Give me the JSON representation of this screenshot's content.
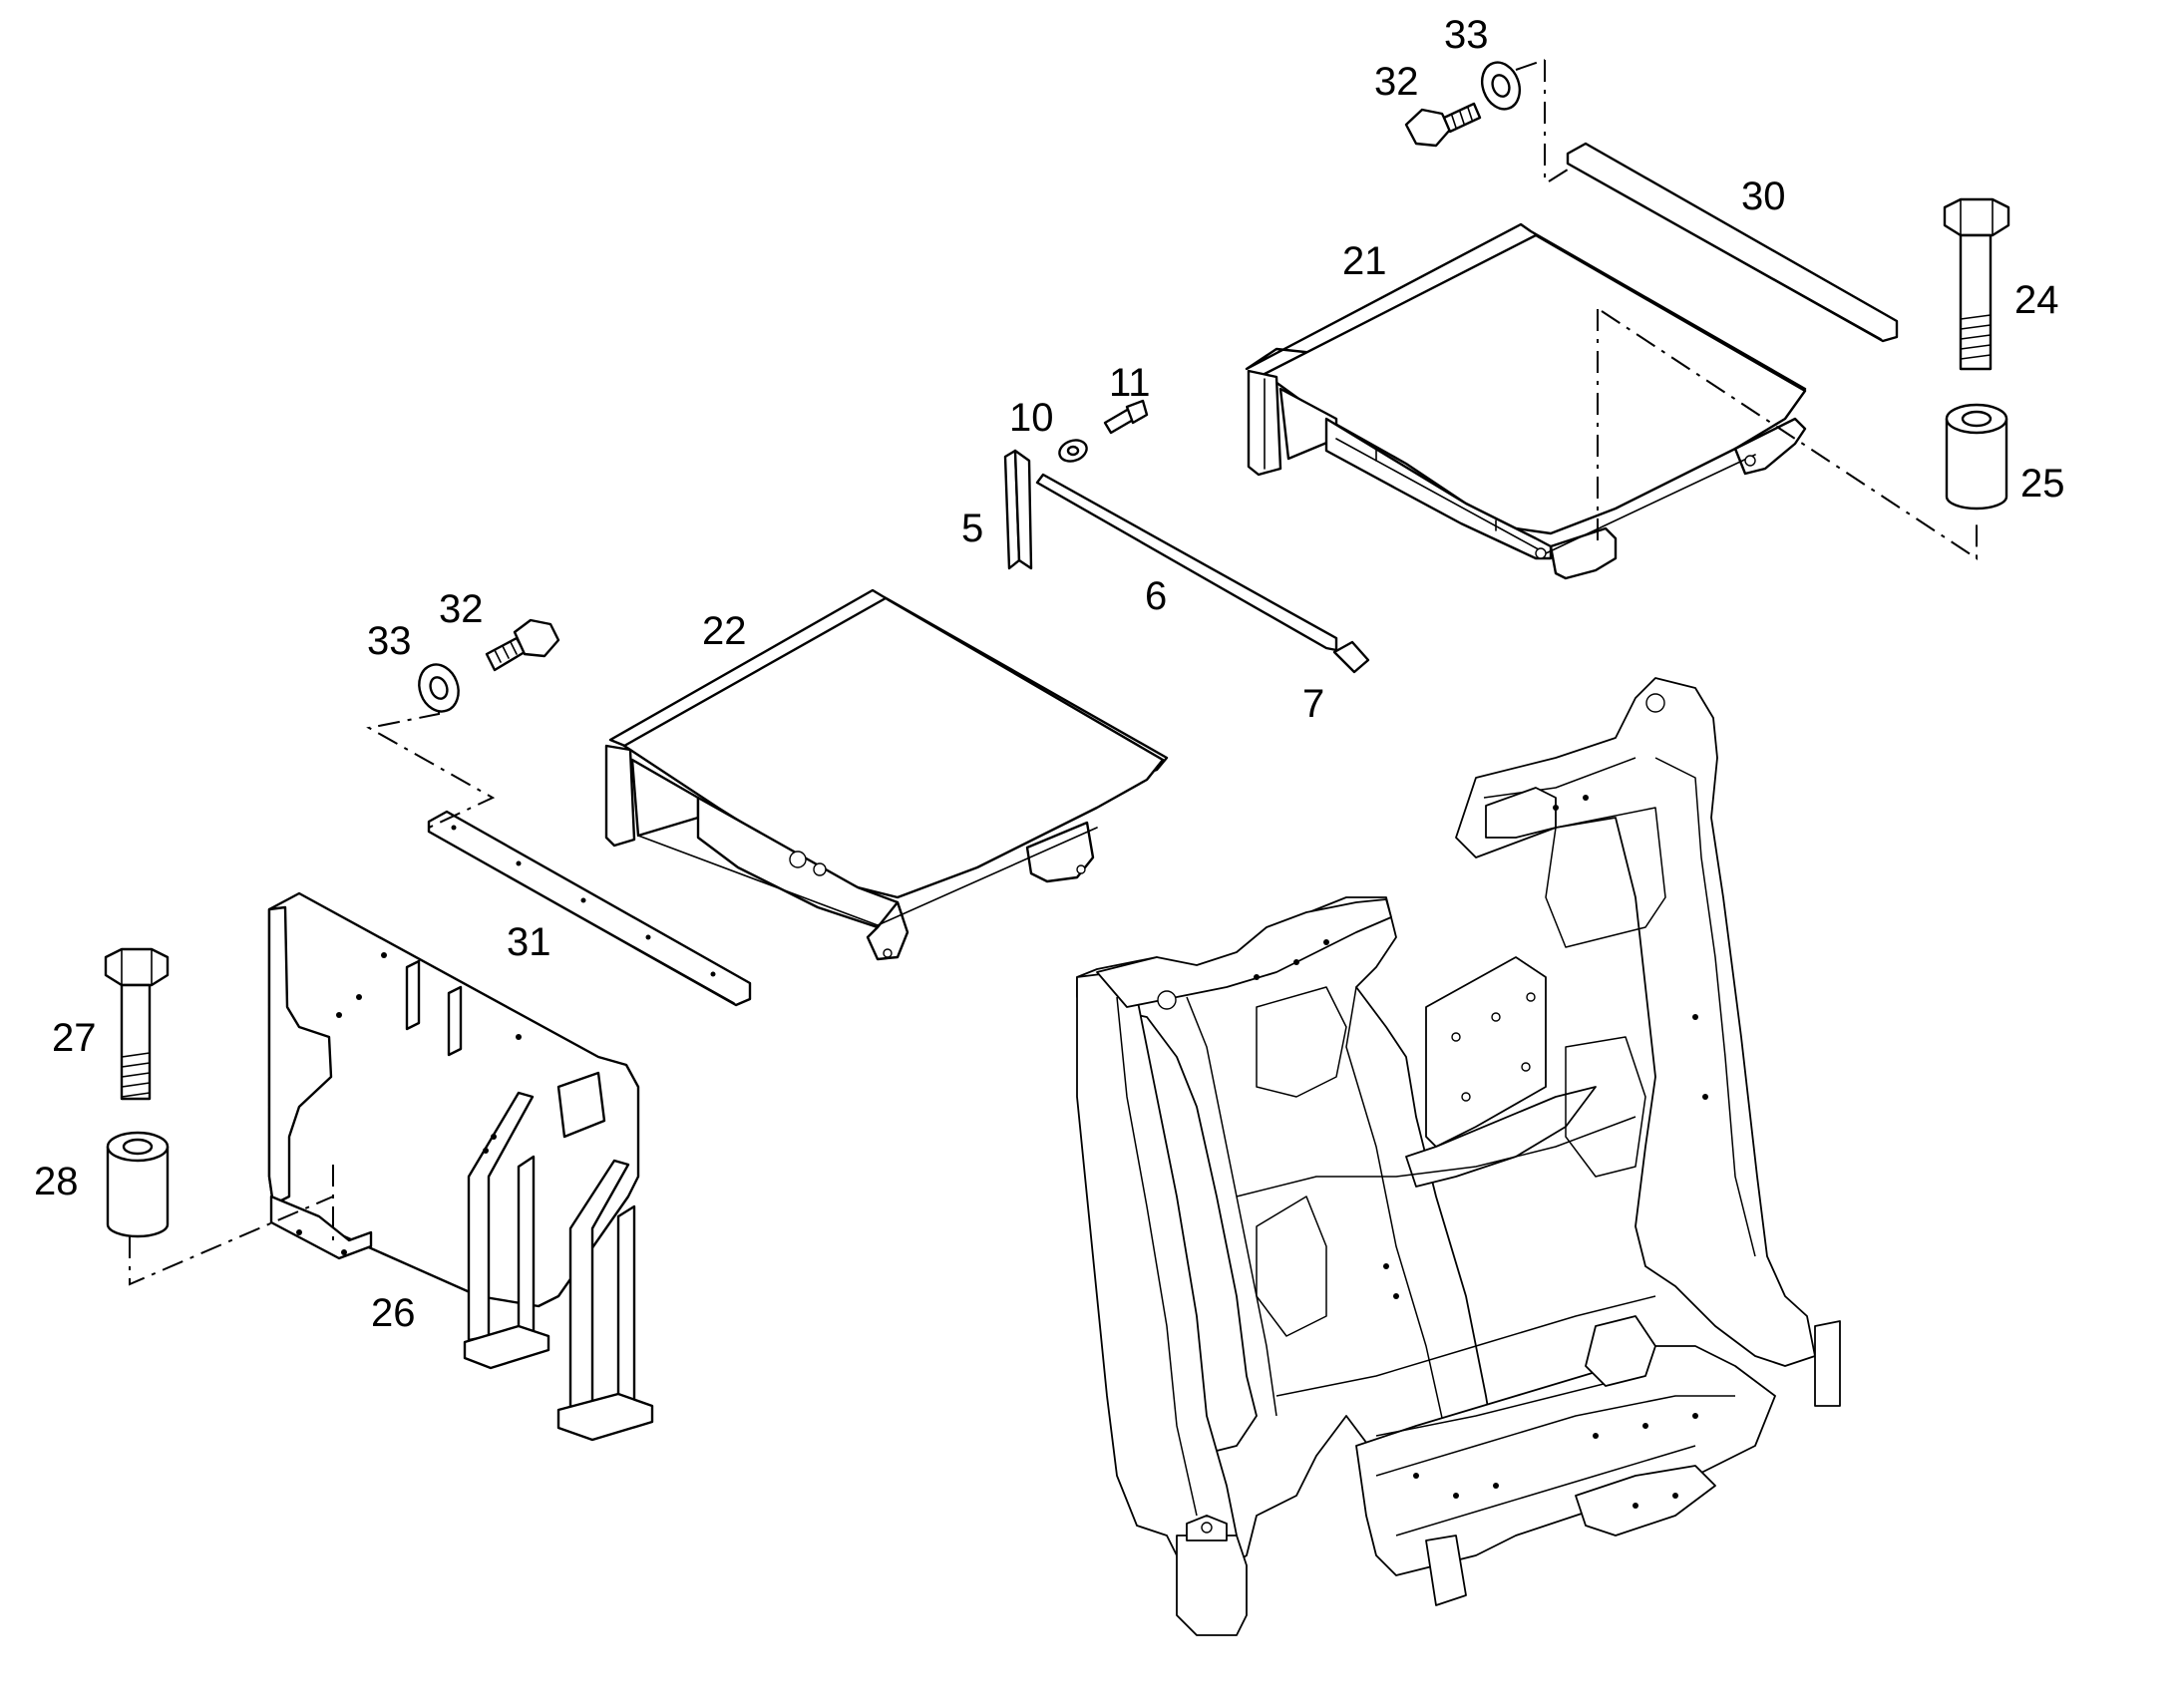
{
  "callouts": [
    {
      "id": "c33a",
      "text": "33"
    },
    {
      "id": "c32a",
      "text": "32"
    },
    {
      "id": "c30",
      "text": "30"
    },
    {
      "id": "c21",
      "text": "21"
    },
    {
      "id": "c24",
      "text": "24"
    },
    {
      "id": "c25",
      "text": "25"
    },
    {
      "id": "c11",
      "text": "11"
    },
    {
      "id": "c10",
      "text": "10"
    },
    {
      "id": "c5",
      "text": "5"
    },
    {
      "id": "c6",
      "text": "6"
    },
    {
      "id": "c7",
      "text": "7"
    },
    {
      "id": "c32b",
      "text": "32"
    },
    {
      "id": "c33b",
      "text": "33"
    },
    {
      "id": "c22",
      "text": "22"
    },
    {
      "id": "c31",
      "text": "31"
    },
    {
      "id": "c27",
      "text": "27"
    },
    {
      "id": "c28",
      "text": "28"
    },
    {
      "id": "c26",
      "text": "26"
    }
  ],
  "colors": {
    "line": "#000000",
    "background": "#ffffff"
  }
}
